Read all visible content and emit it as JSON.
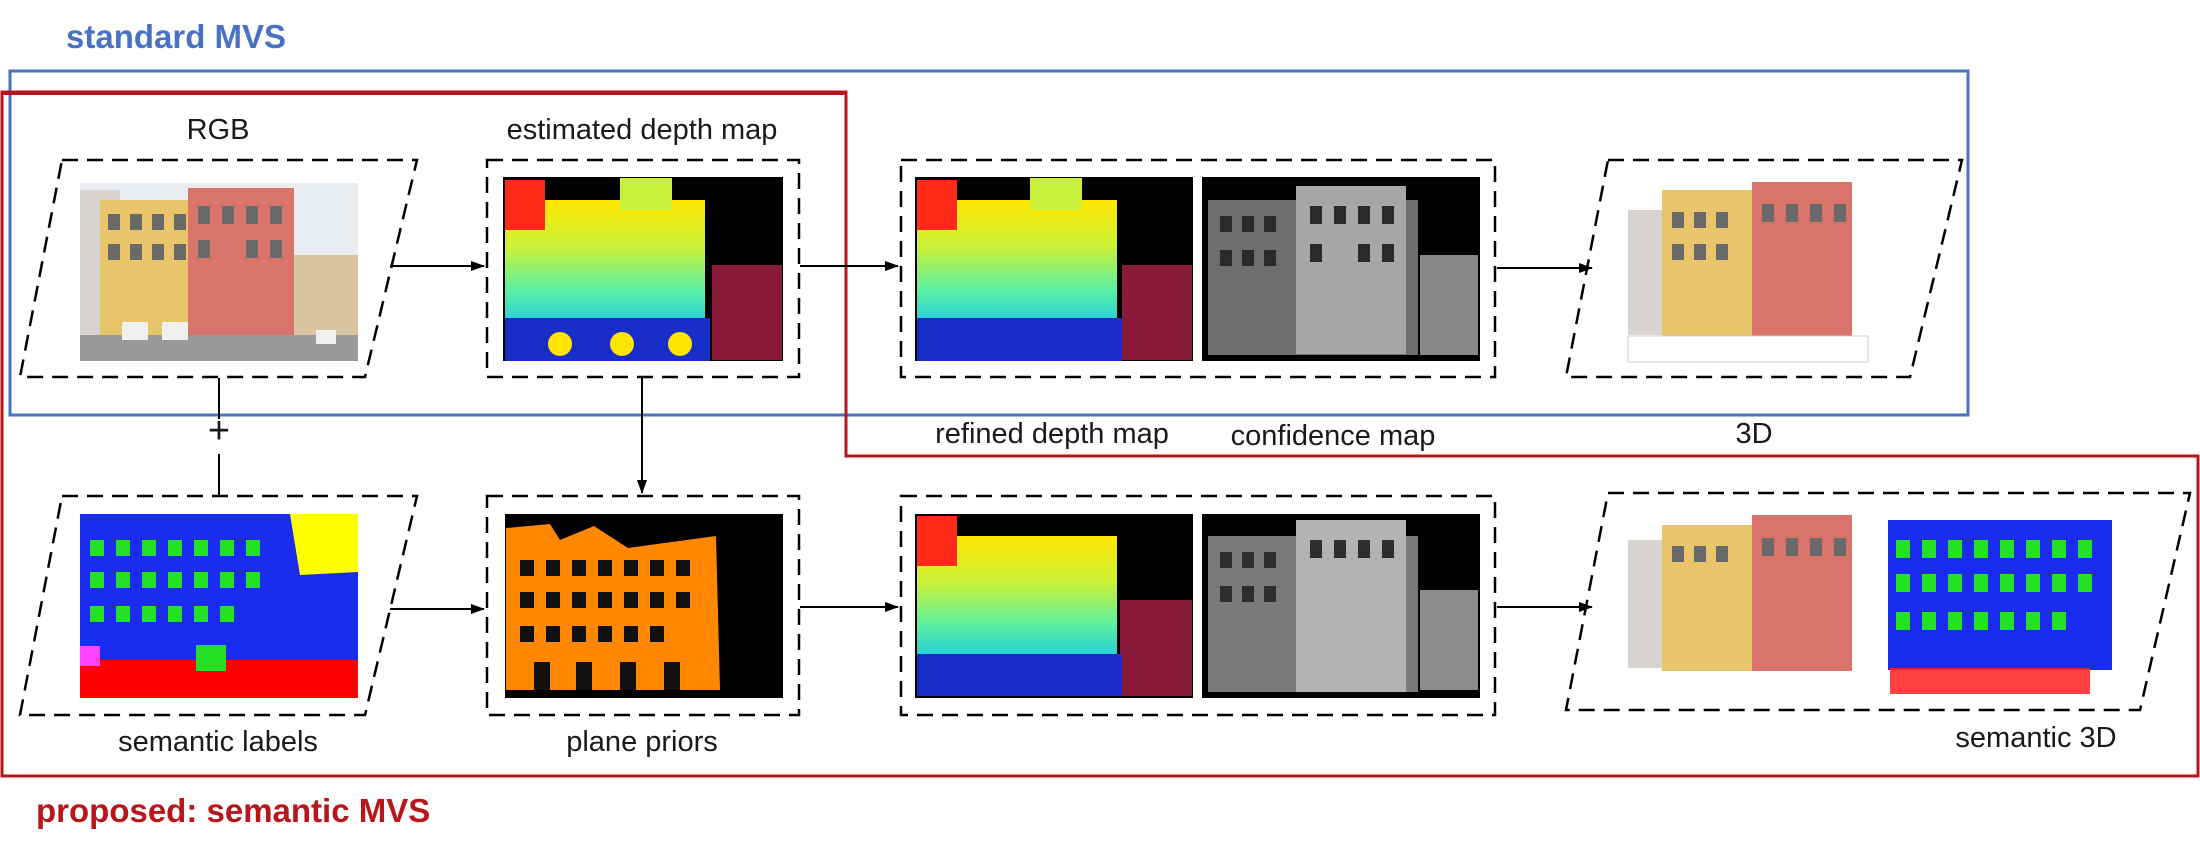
{
  "titles": {
    "standard": "standard MVS",
    "proposed": "proposed: semantic MVS"
  },
  "labels": {
    "rgb": "RGB",
    "estimated_depth": "estimated depth map",
    "refined_depth": "refined depth map",
    "confidence": "confidence map",
    "three_d": "3D",
    "semantic_labels": "semantic labels",
    "plane_priors": "plane priors",
    "semantic_3d": "semantic 3D",
    "plus": "+"
  },
  "colors": {
    "standard_box": "#4a72c4",
    "proposed_box": "#b8161b",
    "standard_title": "#4a72c4",
    "proposed_title": "#b8161b"
  }
}
